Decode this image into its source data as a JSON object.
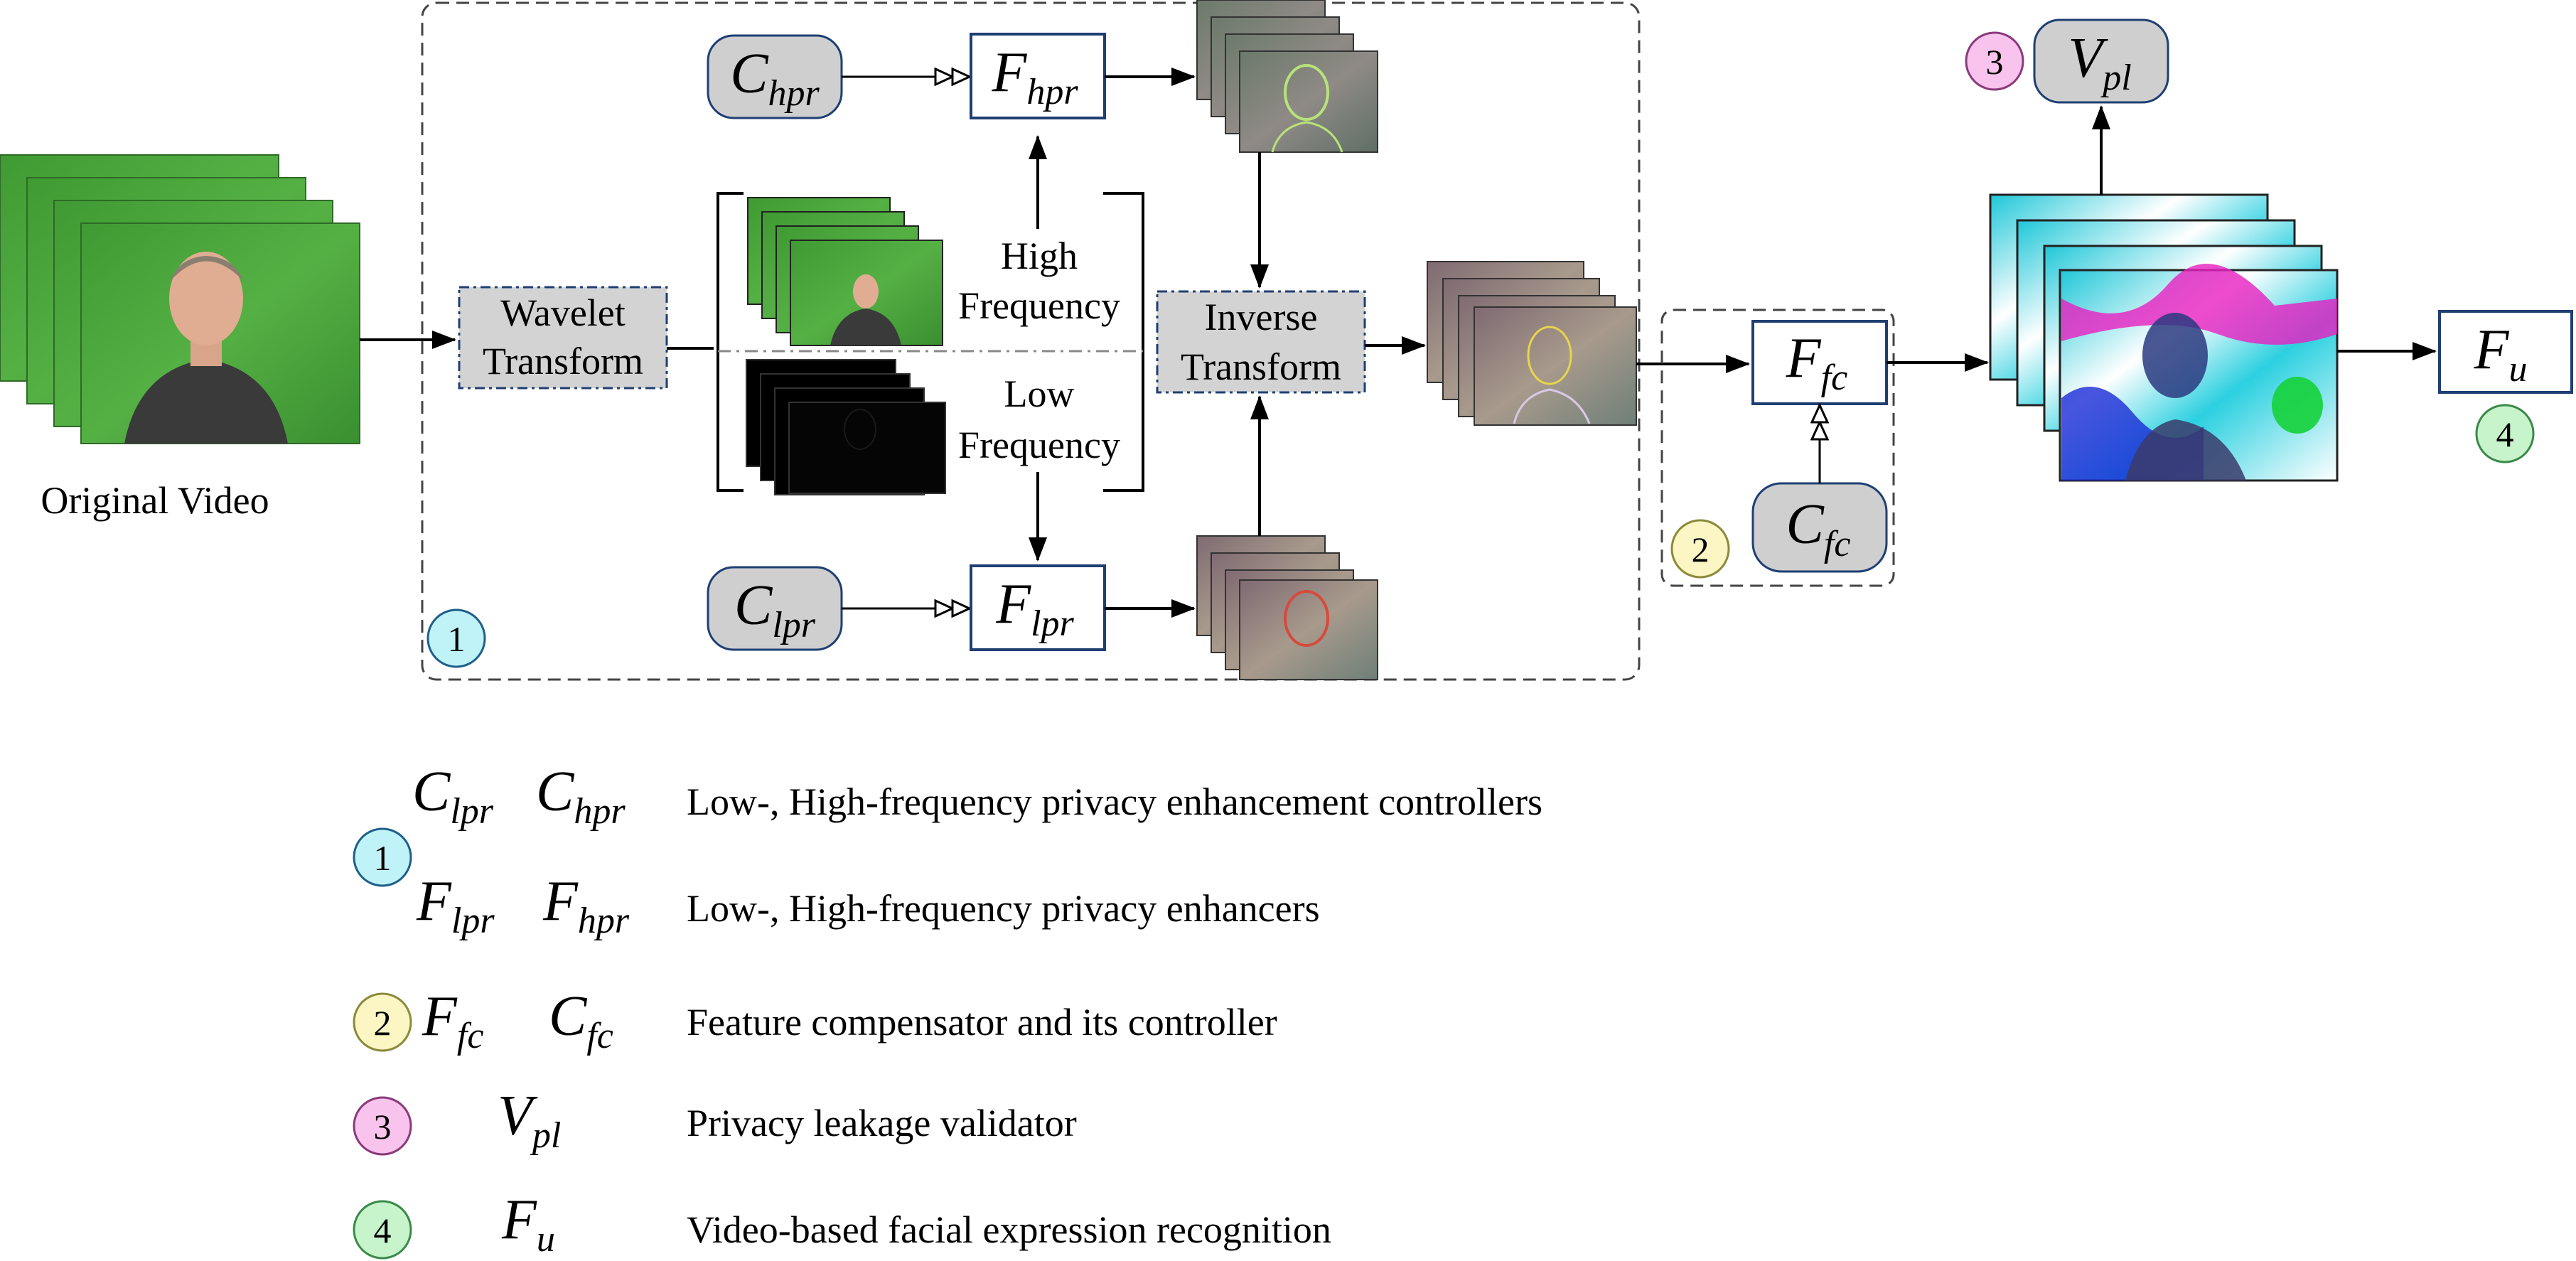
{
  "labels": {
    "original_video": "Original Video",
    "wavelet_line1": "Wavelet",
    "wavelet_line2": "Transform",
    "high_line1": "High",
    "high_line2": "Frequency",
    "low_line1": "Low",
    "low_line2": "Frequency",
    "inverse_line1": "Inverse",
    "inverse_line2": "Transform"
  },
  "nodes": {
    "c_hpr": {
      "main": "C",
      "sub": "hpr"
    },
    "f_hpr": {
      "main": "F",
      "sub": "hpr"
    },
    "c_lpr": {
      "main": "C",
      "sub": "lpr"
    },
    "f_lpr": {
      "main": "F",
      "sub": "lpr"
    },
    "f_fc": {
      "main": "F",
      "sub": "fc"
    },
    "c_fc": {
      "main": "C",
      "sub": "fc"
    },
    "v_pl": {
      "main": "V",
      "sub": "pl"
    },
    "f_u": {
      "main": "F",
      "sub": "u"
    }
  },
  "markers": {
    "one": "1",
    "two": "2",
    "three": "3",
    "four": "4"
  },
  "legend": [
    {
      "marker": "1",
      "symbols": [
        {
          "main": "C",
          "sub": "lpr"
        },
        {
          "main": "C",
          "sub": "hpr"
        }
      ],
      "description": "Low-, High-frequency privacy enhancement controllers"
    },
    {
      "marker": "",
      "symbols": [
        {
          "main": "F",
          "sub": "lpr"
        },
        {
          "main": "F",
          "sub": "hpr"
        }
      ],
      "description": "Low-, High-frequency privacy enhancers"
    },
    {
      "marker": "2",
      "symbols": [
        {
          "main": "F",
          "sub": "fc"
        },
        {
          "main": "C",
          "sub": "fc"
        }
      ],
      "description": "Feature compensator and its controller"
    },
    {
      "marker": "3",
      "symbols": [
        {
          "main": "V",
          "sub": "pl"
        }
      ],
      "description": "Privacy leakage validator"
    },
    {
      "marker": "4",
      "symbols": [
        {
          "main": "F",
          "sub": "u"
        }
      ],
      "description": "Video-based facial expression recognition"
    }
  ],
  "colors": {
    "box_border": "#1f3f73",
    "controller_fill": "#cfcfcf",
    "module_fill": "#d3d3d3",
    "marker_1": "#bff3f7",
    "marker_2": "#fbf6c4",
    "marker_3": "#f8c3ec",
    "marker_4": "#c8f4cc",
    "green_screen": "#4aa33c"
  }
}
